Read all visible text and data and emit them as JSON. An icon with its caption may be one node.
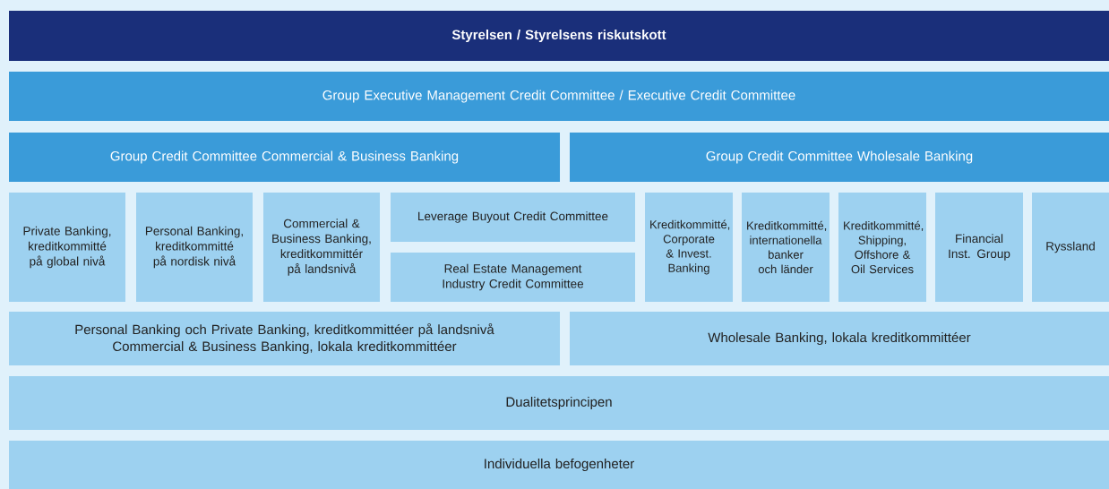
{
  "diagram": {
    "nodes": [
      {
        "text": [
          "Styrelsen / Styrelsens riskutskott"
        ]
      },
      {
        "text": [
          "Group Executive Management Credit Committee / Executive Credit Committee"
        ]
      },
      {
        "text": [
          "Group Credit Committee Commercial & Business Banking"
        ]
      },
      {
        "text": [
          "Group Credit Committee Wholesale Banking"
        ]
      },
      {
        "text": [
          "Private Banking, kreditkommitté på global nivå"
        ]
      },
      {
        "text": [
          "Personal Banking, kreditkommitté på nordisk nivå"
        ]
      },
      {
        "text": [
          "Commercial & Business Banking, kreditkommittér på landsnivå"
        ]
      },
      {
        "text": [
          "Leverage Buyout Credit Committee"
        ]
      },
      {
        "text": [
          "Real Estate Management Industry Credit Committee"
        ]
      },
      {
        "text": [
          "Kreditkommitté, Corporate & Invest. Banking"
        ]
      },
      {
        "text": [
          "Kreditkommitté, internationella banker och länder"
        ]
      },
      {
        "text": [
          "Kreditkommitté, Shipping, Offshore & Oil Services"
        ]
      },
      {
        "text": [
          "Financial Inst. Group"
        ]
      },
      {
        "text": [
          "Ryssland"
        ]
      },
      {
        "text": [
          "Personal Banking och Private Banking, kreditkommittéer på landsnivå",
          "Commercial & Business Banking, lokala kreditkommittéer"
        ]
      },
      {
        "text": [
          "Wholesale Banking, lokala kreditkommittéer"
        ]
      },
      {
        "text": [
          "Dualitetsprincipen"
        ]
      },
      {
        "text": [
          "Individuella befogenheter"
        ]
      }
    ]
  }
}
